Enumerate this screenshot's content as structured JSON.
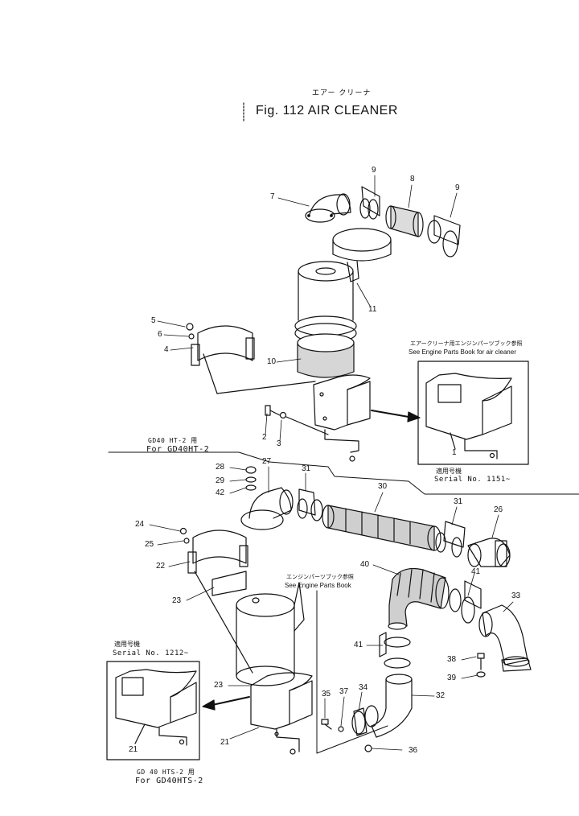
{
  "title": {
    "japanese": "エアー クリーナ",
    "figure": "Fig. 112  AIR  CLEANER"
  },
  "notes": {
    "see_engine_air_cleaner_jp": "エアークリーナ用エンジンパーツブック参照",
    "see_engine_air_cleaner": "See Engine Parts Book for air cleaner",
    "gd40ht2_jp": "GD40 HT-2 用",
    "gd40ht2": "For GD40HT-2",
    "serial_top_jp": "適用号機",
    "serial_top": "Serial  No. 1151~",
    "see_engine_jp": "エンジンパーツブック参照",
    "see_engine": "See Engine Parts Book",
    "serial_bottom_jp": "適用号機",
    "serial_bottom": "Serial  No. 1212~",
    "gd40hts2_jp": "GD 40 HTS-2 用",
    "gd40hts2": "For GD40HTS-2"
  },
  "callouts": {
    "n7": "7",
    "n9a": "9",
    "n8": "8",
    "n9b": "9",
    "n11": "11",
    "n5": "5",
    "n6": "6",
    "n4": "4",
    "n10": "10",
    "n2": "2",
    "n3": "3",
    "n1": "1",
    "n28": "28",
    "n29": "29",
    "n42": "42",
    "n27": "27",
    "n31a": "31",
    "n30": "30",
    "n31b": "31",
    "n26": "26",
    "n24": "24",
    "n25": "25",
    "n22": "22",
    "n23a": "23",
    "n40": "40",
    "n41a": "41",
    "n33": "33",
    "n41b": "41",
    "n38": "38",
    "n39": "39",
    "n23b": "23",
    "n21a": "21",
    "n35": "35",
    "n37": "37",
    "n34": "34",
    "n32": "32",
    "n36": "36",
    "n21b": "21"
  }
}
